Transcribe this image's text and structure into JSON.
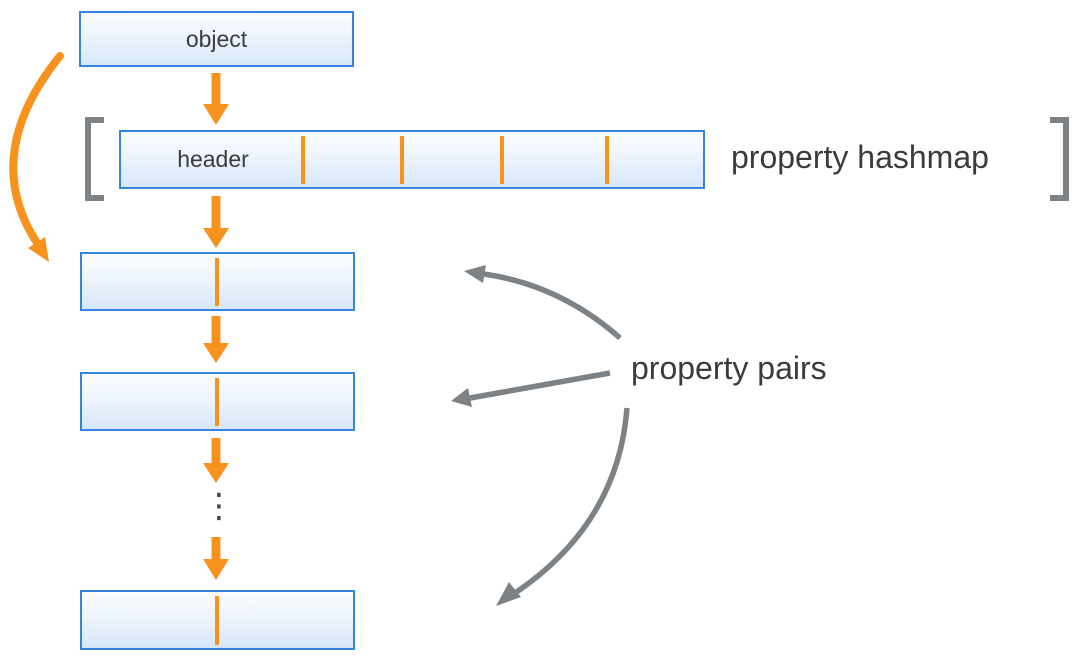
{
  "colors": {
    "accent_orange": "#F7921D",
    "box_border_blue": "#3584DE",
    "box_fill_top": "#FBFDFF",
    "box_fill_bottom": "#D7E7F9",
    "annotation_gray": "#7D8286",
    "text_dark": "#3B3B3D"
  },
  "nodes": {
    "object": "object",
    "header": "header"
  },
  "annotations": {
    "hashmap": "property hashmap",
    "pairs": "property pairs",
    "ellipsis": "⋮"
  }
}
